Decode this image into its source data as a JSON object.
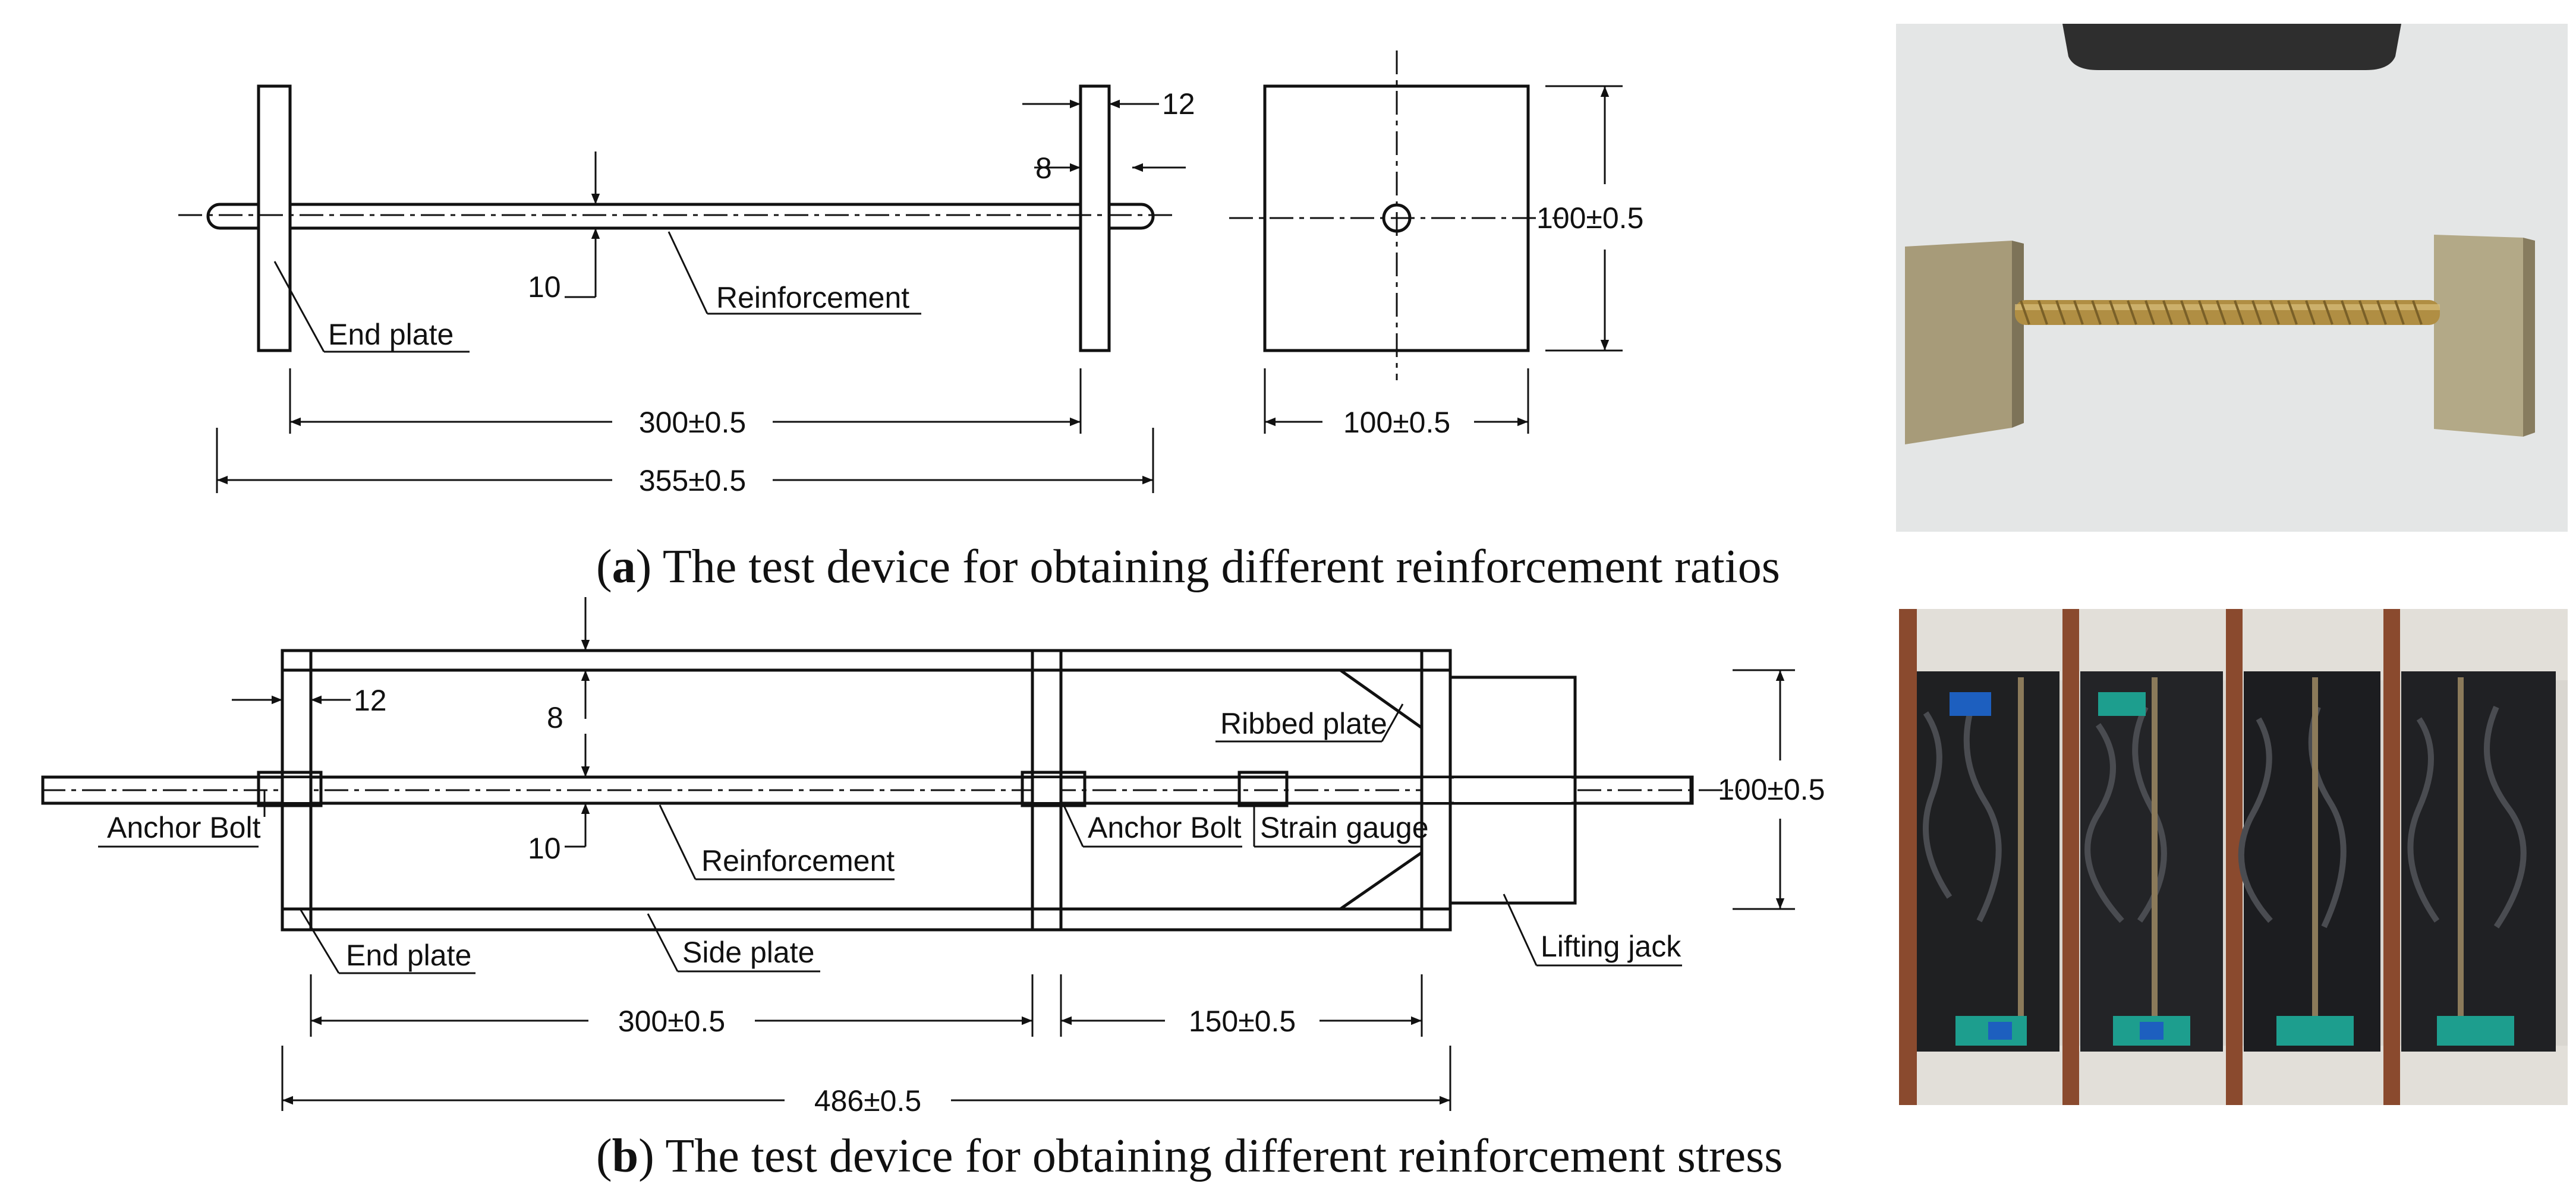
{
  "panel_a": {
    "caption_letter": "a",
    "caption_text": "The test device for obtaining different reinforcement ratios",
    "labels": {
      "end_plate": "End plate",
      "reinforcement": "Reinforcement"
    },
    "dimensions": {
      "plate_thickness": "12",
      "gap": "8",
      "bar_diameter": "10",
      "inner_length": "300±0.5",
      "total_length": "355±0.5",
      "plate_height": "100±0.5",
      "plate_width": "100±0.5"
    }
  },
  "panel_b": {
    "caption_letter": "b",
    "caption_text": "The test device for obtaining different reinforcement stress",
    "labels": {
      "anchor_bolt_left": "Anchor Bolt",
      "anchor_bolt_right": "Anchor Bolt",
      "strain_gauge": "Strain gauge",
      "ribbed_plate": "Ribbed plate",
      "reinforcement": "Reinforcement",
      "end_plate": "End plate",
      "side_plate": "Side plate",
      "lifting_jack": "Lifting jack"
    },
    "dimensions": {
      "plate_thickness": "12",
      "gap": "8",
      "bar_diameter": "10",
      "inner_length": "300±0.5",
      "jack_length": "150±0.5",
      "total_length": "486±0.5",
      "height": "100±0.5"
    }
  },
  "colors": {
    "line": "#111111",
    "photo_a_bg": "#e9ebea",
    "photo_a_plate": "#b7ab88",
    "photo_a_bar": "#b89a4e",
    "photo_b_bag": "#1f2022",
    "photo_b_gravel": "#d9d6d0",
    "photo_b_tape": "#1d9e8e",
    "photo_b_frame": "#8a4a2e"
  }
}
